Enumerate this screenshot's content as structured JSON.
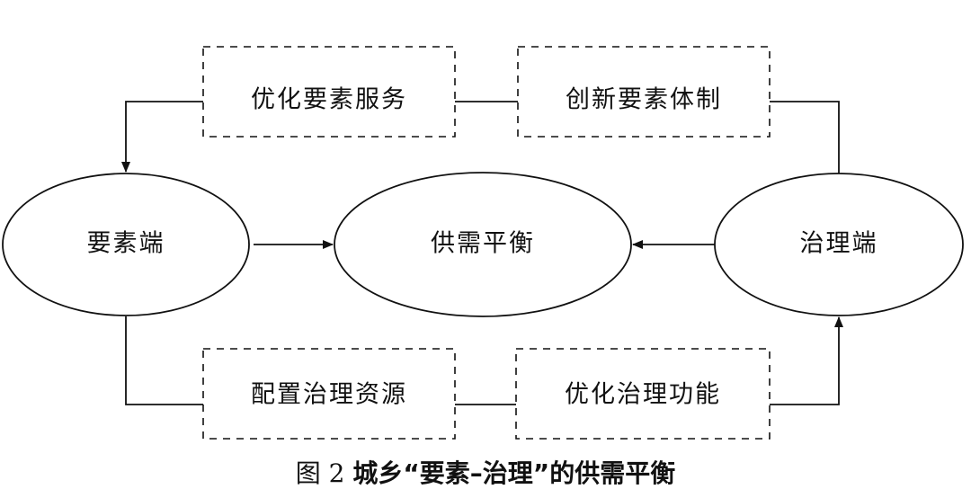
{
  "nodes": {
    "factor_end": "要素端",
    "supply_demand": "供需平衡",
    "governance_end": "治理端",
    "optimize_factor_services": "优化要素服务",
    "innovate_factor_system": "创新要素体制",
    "allocate_governance_resources": "配置治理资源",
    "optimize_governance_functions": "优化治理功能"
  },
  "caption": {
    "label": "图 2",
    "title": "城乡“要素–治理”的供需平衡"
  }
}
